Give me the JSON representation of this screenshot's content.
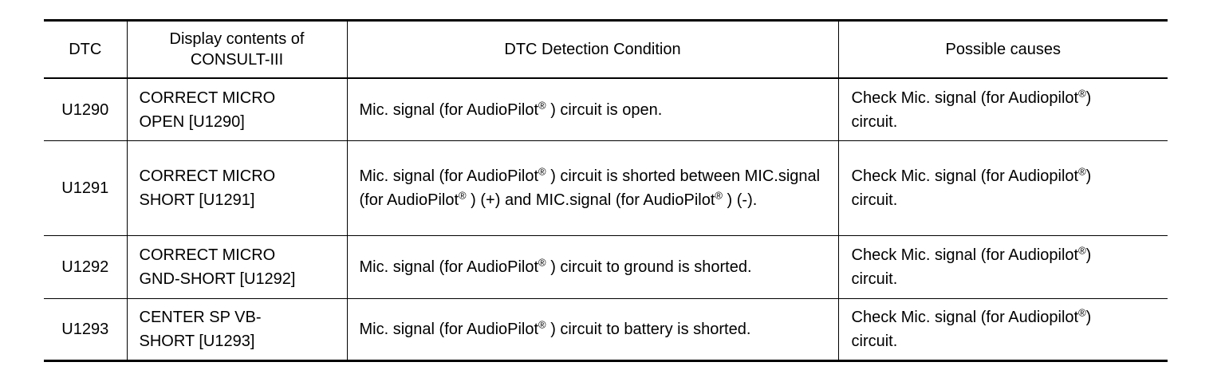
{
  "table": {
    "headers": {
      "dtc": "DTC",
      "display": "Display contents of\nCONSULT-III",
      "condition": "DTC Detection Condition",
      "causes": "Possible causes"
    },
    "rows": [
      {
        "dtc": "U1290",
        "display": "CORRECT MICRO\nOPEN [U1290]",
        "condition": "Mic. signal (for AudioPilot® ) circuit is open.",
        "causes": "Check Mic. signal (for Audiopilot®)\ncircuit."
      },
      {
        "dtc": "U1291",
        "display": "CORRECT MICRO\nSHORT [U1291]",
        "condition": "Mic. signal (for AudioPilot® ) circuit is shorted between MIC.signal  (for AudioPilot® )  (+) and MIC.signal  (for AudioPilot® ) (-).",
        "causes": "Check Mic. signal (for Audiopilot®)\ncircuit."
      },
      {
        "dtc": "U1292",
        "display": "CORRECT MICRO\nGND-SHORT [U1292]",
        "condition": "Mic. signal (for AudioPilot® ) circuit to ground is shorted.",
        "causes": "Check Mic. signal (for Audiopilot®)\ncircuit."
      },
      {
        "dtc": "U1293",
        "display": "CENTER SP VB-\nSHORT [U1293]",
        "condition": "Mic. signal (for AudioPilot® ) circuit to battery is shorted.",
        "causes": "Check Mic. signal (for Audiopilot®)\ncircuit."
      }
    ]
  }
}
